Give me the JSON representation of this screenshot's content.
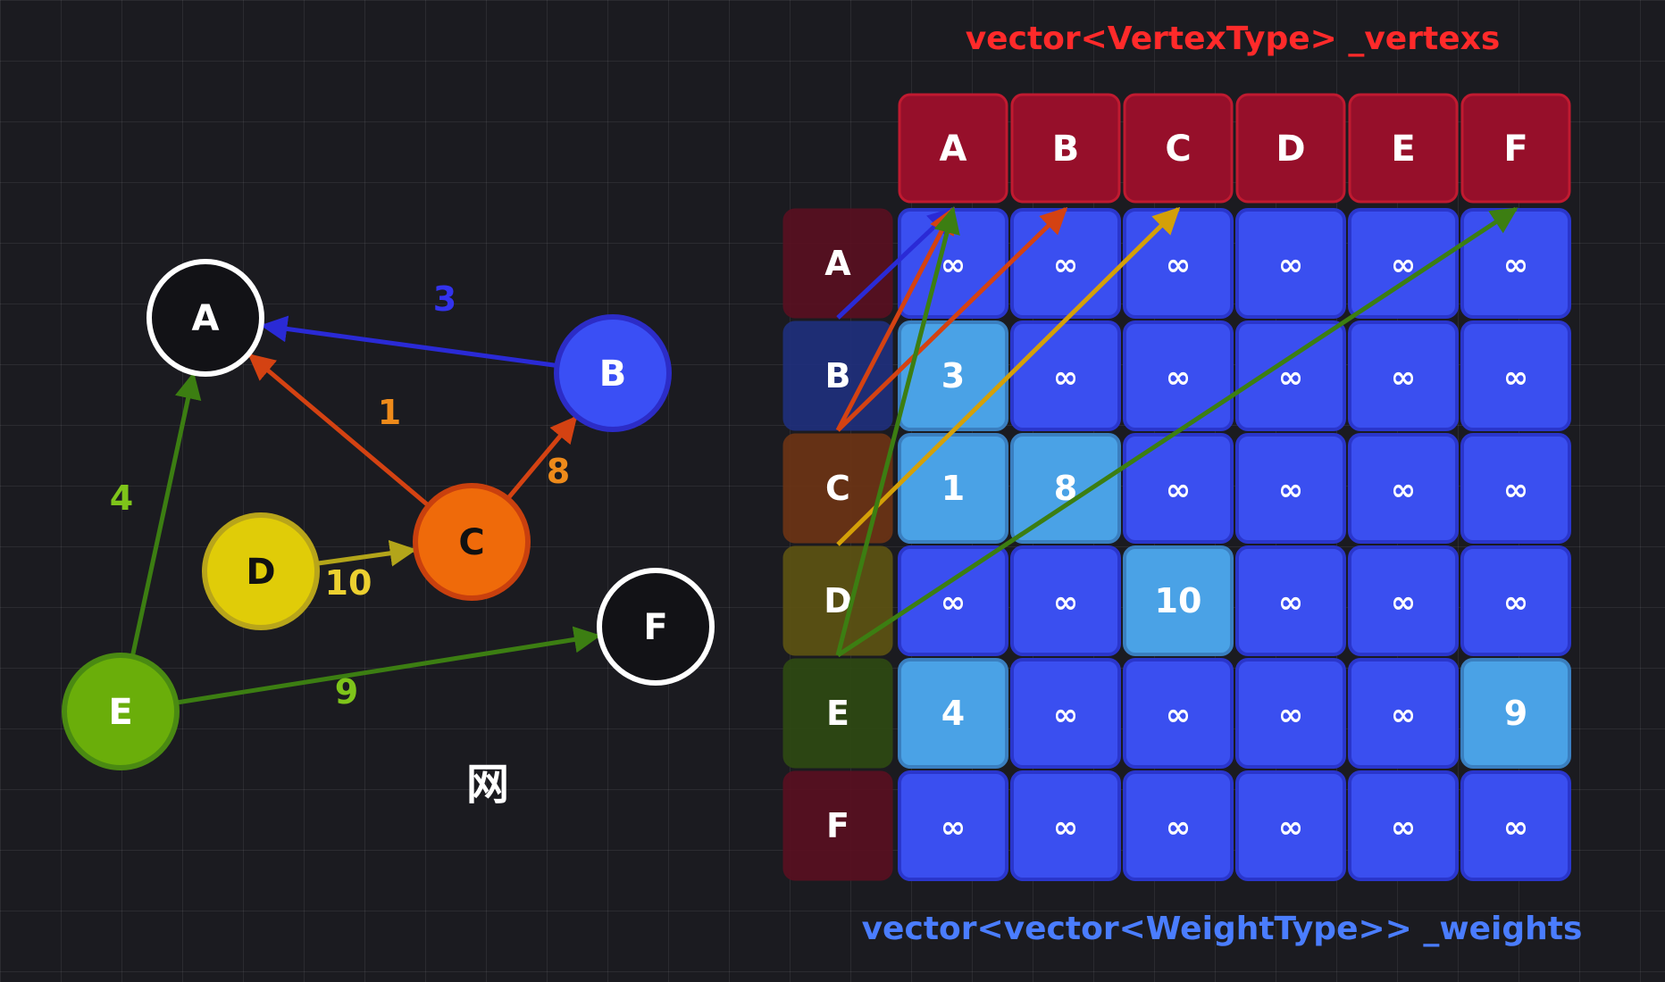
{
  "vertexs_label": "vector<VertexType> _vertexs",
  "weights_label": "vector<vector<WeightType>> _weights",
  "caption": "网",
  "colors": {
    "red_label": "#ff2a2a",
    "blue_label": "#4a7dff",
    "header_fill": "#960f2a",
    "cell_fill": "#3a4ff0",
    "cell_active": "#4aa2e6",
    "edge_blue": "#2a2ad6",
    "edge_red": "#d44212",
    "edge_orange": "#d4a008",
    "edge_yellow": "#b3a51a",
    "edge_green": "#3c7e12"
  },
  "graph": {
    "nodes": [
      {
        "id": "A",
        "label": "A",
        "fill": "#121216",
        "stroke": "#ffffff",
        "text": "#ffffff"
      },
      {
        "id": "B",
        "label": "B",
        "fill": "#3a4ff5",
        "stroke": "#2c2cc7",
        "text": "#ffffff"
      },
      {
        "id": "C",
        "label": "C",
        "fill": "#ef6a0a",
        "stroke": "#c9400e",
        "text": "#111111"
      },
      {
        "id": "D",
        "label": "D",
        "fill": "#e0cc08",
        "stroke": "#b8a51a",
        "text": "#111111"
      },
      {
        "id": "E",
        "label": "E",
        "fill": "#6aae0a",
        "stroke": "#4a8a12",
        "text": "#ffffff"
      },
      {
        "id": "F",
        "label": "F",
        "fill": "#121216",
        "stroke": "#ffffff",
        "text": "#ffffff"
      }
    ],
    "edges": [
      {
        "from": "B",
        "to": "A",
        "weight": "3",
        "color": "#2a2ad6",
        "label_color": "#3333ee"
      },
      {
        "from": "C",
        "to": "A",
        "weight": "1",
        "color": "#d44212",
        "label_color": "#ee8a1a"
      },
      {
        "from": "C",
        "to": "B",
        "weight": "8",
        "color": "#d44212",
        "label_color": "#ee8a1a"
      },
      {
        "from": "D",
        "to": "C",
        "weight": "10",
        "color": "#b3a51a",
        "label_color": "#ecd030"
      },
      {
        "from": "E",
        "to": "A",
        "weight": "4",
        "color": "#3c7e12",
        "label_color": "#7ec41a"
      },
      {
        "from": "E",
        "to": "F",
        "weight": "9",
        "color": "#3c7e12",
        "label_color": "#7ec41a"
      }
    ]
  },
  "matrix": {
    "columns": [
      "A",
      "B",
      "C",
      "D",
      "E",
      "F"
    ],
    "rows": [
      {
        "label": "A",
        "fill": "#5a0f20",
        "cells": [
          "∞",
          "∞",
          "∞",
          "∞",
          "∞",
          "∞"
        ]
      },
      {
        "label": "B",
        "fill": "#1f2f7e",
        "cells": [
          "3",
          "∞",
          "∞",
          "∞",
          "∞",
          "∞"
        ]
      },
      {
        "label": "C",
        "fill": "#6e3414",
        "cells": [
          "1",
          "8",
          "∞",
          "∞",
          "∞",
          "∞"
        ]
      },
      {
        "label": "D",
        "fill": "#5e5412",
        "cells": [
          "∞",
          "∞",
          "10",
          "∞",
          "∞",
          "∞"
        ]
      },
      {
        "label": "E",
        "fill": "#2e4a12",
        "cells": [
          "4",
          "∞",
          "∞",
          "∞",
          "∞",
          "9"
        ]
      },
      {
        "label": "F",
        "fill": "#5a0f20",
        "cells": [
          "∞",
          "∞",
          "∞",
          "∞",
          "∞",
          "∞"
        ]
      }
    ],
    "arrows": [
      {
        "row": "A",
        "col": "A",
        "color": "#2a2ad6"
      },
      {
        "row": "C",
        "col": "A",
        "color": "#d44212"
      },
      {
        "row": "C",
        "col": "B",
        "color": "#d44212"
      },
      {
        "row": "D",
        "col": "C",
        "color": "#d4a008"
      },
      {
        "row": "E",
        "col": "A",
        "color": "#3c7e12"
      },
      {
        "row": "E",
        "col": "F",
        "color": "#3c7e12"
      }
    ]
  }
}
